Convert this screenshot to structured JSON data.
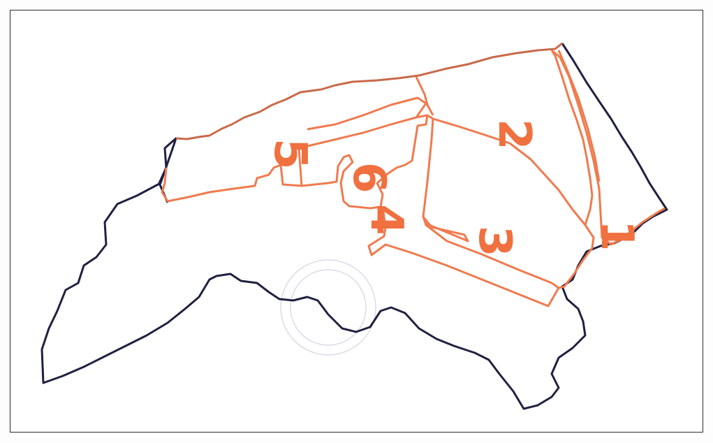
{
  "map": {
    "zones": [
      {
        "id": "zone-1",
        "label": "1"
      },
      {
        "id": "zone-2",
        "label": "2"
      },
      {
        "id": "zone-3",
        "label": "3"
      },
      {
        "id": "zone-4",
        "label": "4"
      },
      {
        "id": "zone-5",
        "label": "5"
      },
      {
        "id": "zone-6",
        "label": "6"
      }
    ],
    "colors": {
      "outer_boundary": "#1f2140",
      "district_boundary": "#f07a4e",
      "label": "#f0703f"
    }
  }
}
